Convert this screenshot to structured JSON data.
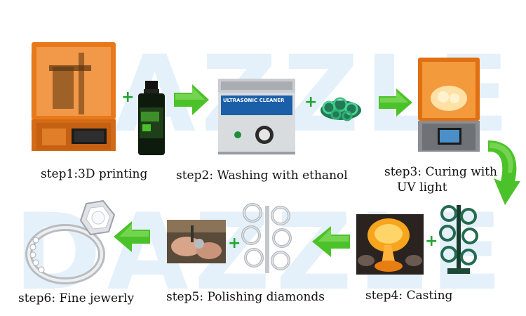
{
  "watermark_text": "DAZZLE",
  "steps": [
    {
      "id": 1,
      "label": "step1:3D printing"
    },
    {
      "id": 2,
      "label": "step2: Washing with ethanol"
    },
    {
      "id": 3,
      "label_line1": "step3: Curing with",
      "label_line2": "UV light"
    },
    {
      "id": 4,
      "label": "step4: Casting"
    },
    {
      "id": 5,
      "label": "step5: Polishing diamonds"
    },
    {
      "id": 6,
      "label": "step6: Fine jewerly"
    }
  ],
  "plus_symbol": "+",
  "cleaner_brand_text": "ULTRASONIC CLEANER",
  "colors": {
    "arrow_green": "#4cc22a",
    "plus_green": "#22a531",
    "watermark": "#cfe5f7",
    "printer_orange": "#e87a1c"
  }
}
